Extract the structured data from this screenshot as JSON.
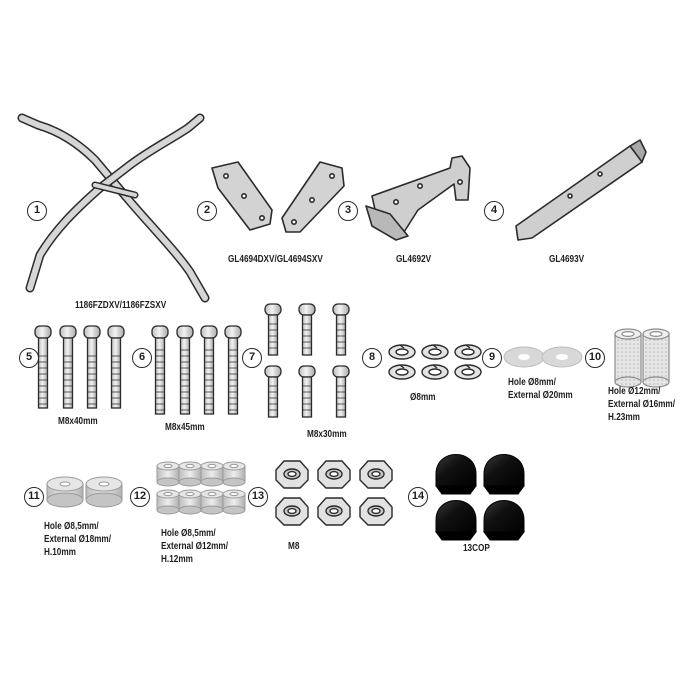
{
  "parts": [
    {
      "number": "1",
      "label_lines": [
        "1186FZDXV/1186FZSXV"
      ]
    },
    {
      "number": "2",
      "label_lines": [
        "GL4694DXV/GL4694SXV"
      ]
    },
    {
      "number": "3",
      "label_lines": [
        "GL4692V"
      ]
    },
    {
      "number": "4",
      "label_lines": [
        "GL4693V"
      ]
    },
    {
      "number": "5",
      "label_lines": [
        "M8x40mm"
      ]
    },
    {
      "number": "6",
      "label_lines": [
        "M8x45mm"
      ]
    },
    {
      "number": "7",
      "label_lines": [
        "M8x30mm"
      ]
    },
    {
      "number": "8",
      "label_lines": [
        "Ø8mm"
      ]
    },
    {
      "number": "9",
      "label_lines": [
        "Hole Ø8mm/",
        "External Ø20mm"
      ]
    },
    {
      "number": "10",
      "label_lines": [
        "Hole Ø12mm/",
        "External Ø16mm/",
        "H.23mm"
      ]
    },
    {
      "number": "11",
      "label_lines": [
        "Hole Ø8,5mm/",
        "External Ø18mm/",
        "H.10mm"
      ]
    },
    {
      "number": "12",
      "label_lines": [
        "Hole Ø8,5mm/",
        "External Ø12mm/",
        "H.12mm"
      ]
    },
    {
      "number": "13",
      "label_lines": [
        "M8"
      ]
    },
    {
      "number": "14",
      "label_lines": [
        "13COP"
      ]
    }
  ],
  "colors": {
    "outline": "#2b2b2b",
    "metal_fill": "#d4d4d4",
    "metal_dark": "#a8a8a8",
    "cap": "#111111"
  }
}
